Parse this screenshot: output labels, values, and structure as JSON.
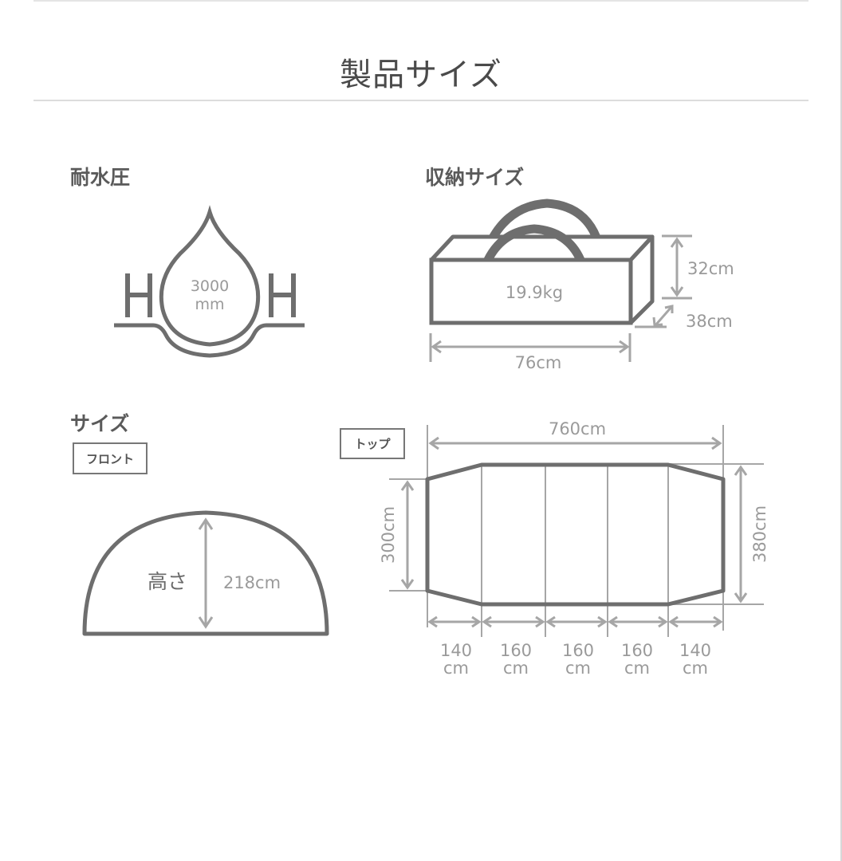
{
  "page": {
    "title": "製品サイズ"
  },
  "colors": {
    "outline": "#6e6e6e",
    "dimension": "#a6a6a6",
    "label_text": "#9a9a9a",
    "heading_text": "#5a5a5a",
    "rule": "#dcdcdc"
  },
  "water_resistance": {
    "label": "耐水圧",
    "value": "3000",
    "unit": "mm",
    "left_glyph": "H",
    "right_glyph": "H",
    "icon": "water-drop-icon"
  },
  "storage": {
    "label": "収納サイズ",
    "weight": "19.9kg",
    "height": "32cm",
    "depth": "38cm",
    "width": "76cm",
    "icon": "carry-bag-icon"
  },
  "size": {
    "label": "サイズ",
    "front": {
      "tag": "フロント",
      "height_label": "高さ",
      "height_value": "218cm"
    },
    "top": {
      "tag": "トップ",
      "total_length": "760cm",
      "end_width": "300cm",
      "max_width": "380cm",
      "segments": [
        {
          "value": "140",
          "unit": "cm"
        },
        {
          "value": "160",
          "unit": "cm"
        },
        {
          "value": "160",
          "unit": "cm"
        },
        {
          "value": "160",
          "unit": "cm"
        },
        {
          "value": "140",
          "unit": "cm"
        }
      ]
    }
  }
}
